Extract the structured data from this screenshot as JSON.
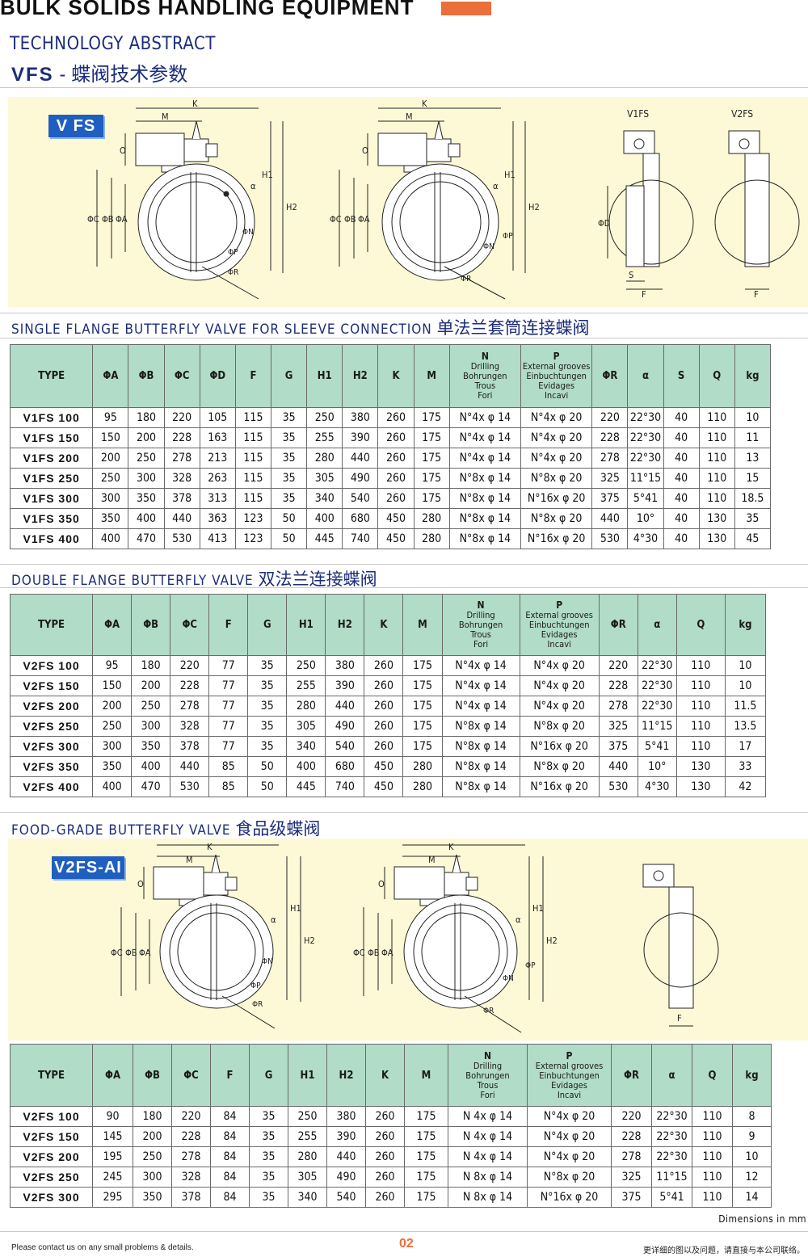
{
  "header": {
    "title": "BULK  SOLIDS  HANDLING EQUIPMENT",
    "accent_color": "#ea6f3a"
  },
  "heading": {
    "line1": "TECHNOLOGY ABSTRACT",
    "code": "VFS",
    "dash": " - ",
    "cn": "蝶阀技术参数"
  },
  "badges": {
    "vfs": "V  FS",
    "food": "V2FS-AI"
  },
  "drawing_labels": {
    "k": "K",
    "m": "M",
    "o": "O",
    "h1": "H1",
    "h2": "H2",
    "c": "ΦC",
    "b": "ΦB",
    "a": "ΦA",
    "alpha": "α",
    "n": "ΦN",
    "p": "ΦP",
    "r": "ΦR",
    "d": "ΦD",
    "s": "S",
    "f": "F",
    "v1fs": "V1FS",
    "v2fs": "V2FS"
  },
  "sections": {
    "s1_en": "SINGLE FLANGE BUTTERFLY VALVE FOR SLEEVE CONNECTION",
    "s1_cn": "单法兰套筒连接蝶阀",
    "s2_en": "DOUBLE FLANGE BUTTERFLY VALVE",
    "s2_cn": "双法兰连接蝶阀",
    "s3_en": "FOOD-GRADE BUTTERFLY VALVE",
    "s3_cn": "食品级蝶阀"
  },
  "n_header": [
    "N",
    "Drilling",
    "Bohrungen",
    "Trous",
    "Fori"
  ],
  "p_header": [
    "P",
    "External grooves",
    "Einbuchtungen",
    "Evidages",
    "Incavi"
  ],
  "table1": {
    "headers": [
      "TYPE",
      "ΦA",
      "ΦB",
      "ΦC",
      "ΦD",
      "F",
      "G",
      "H1",
      "H2",
      "K",
      "M",
      "N",
      "P",
      "ΦR",
      "α",
      "S",
      "Q",
      "kg"
    ],
    "rows": [
      [
        "V1FS 100",
        "95",
        "180",
        "220",
        "105",
        "115",
        "35",
        "250",
        "380",
        "260",
        "175",
        "N°4x φ 14",
        "N°4x φ 20",
        "220",
        "22°30",
        "40",
        "110",
        "10"
      ],
      [
        "V1FS 150",
        "150",
        "200",
        "228",
        "163",
        "115",
        "35",
        "255",
        "390",
        "260",
        "175",
        "N°4x φ 14",
        "N°4x φ 20",
        "228",
        "22°30",
        "40",
        "110",
        "11"
      ],
      [
        "V1FS 200",
        "200",
        "250",
        "278",
        "213",
        "115",
        "35",
        "280",
        "440",
        "260",
        "175",
        "N°4x φ 14",
        "N°4x φ 20",
        "278",
        "22°30",
        "40",
        "110",
        "13"
      ],
      [
        "V1FS 250",
        "250",
        "300",
        "328",
        "263",
        "115",
        "35",
        "305",
        "490",
        "260",
        "175",
        "N°8x φ 14",
        "N°8x φ 20",
        "325",
        "11°15",
        "40",
        "110",
        "15"
      ],
      [
        "V1FS 300",
        "300",
        "350",
        "378",
        "313",
        "115",
        "35",
        "340",
        "540",
        "260",
        "175",
        "N°8x φ 14",
        "N°16x φ 20",
        "375",
        "5°41",
        "40",
        "110",
        "18.5"
      ],
      [
        "V1FS 350",
        "350",
        "400",
        "440",
        "363",
        "123",
        "50",
        "400",
        "680",
        "450",
        "280",
        "N°8x φ 14",
        "N°8x φ 20",
        "440",
        "10°",
        "40",
        "130",
        "35"
      ],
      [
        "V1FS 400",
        "400",
        "470",
        "530",
        "413",
        "123",
        "50",
        "445",
        "740",
        "450",
        "280",
        "N°8x φ 14",
        "N°16x φ 20",
        "530",
        "4°30",
        "40",
        "130",
        "45"
      ]
    ]
  },
  "table2": {
    "headers": [
      "TYPE",
      "ΦA",
      "ΦB",
      "ΦC",
      "F",
      "G",
      "H1",
      "H2",
      "K",
      "M",
      "N",
      "P",
      "ΦR",
      "α",
      "Q",
      "kg"
    ],
    "rows": [
      [
        "V2FS 100",
        "95",
        "180",
        "220",
        "77",
        "35",
        "250",
        "380",
        "260",
        "175",
        "N°4x φ 14",
        "N°4x φ 20",
        "220",
        "22°30",
        "110",
        "10"
      ],
      [
        "V2FS 150",
        "150",
        "200",
        "228",
        "77",
        "35",
        "255",
        "390",
        "260",
        "175",
        "N°4x φ 14",
        "N°4x φ 20",
        "228",
        "22°30",
        "110",
        "10"
      ],
      [
        "V2FS 200",
        "200",
        "250",
        "278",
        "77",
        "35",
        "280",
        "440",
        "260",
        "175",
        "N°4x φ 14",
        "N°4x φ 20",
        "278",
        "22°30",
        "110",
        "11.5"
      ],
      [
        "V2FS 250",
        "250",
        "300",
        "328",
        "77",
        "35",
        "305",
        "490",
        "260",
        "175",
        "N°8x φ 14",
        "N°8x φ 20",
        "325",
        "11°15",
        "110",
        "13.5"
      ],
      [
        "V2FS 300",
        "300",
        "350",
        "378",
        "77",
        "35",
        "340",
        "540",
        "260",
        "175",
        "N°8x φ 14",
        "N°16x φ 20",
        "375",
        "5°41",
        "110",
        "17"
      ],
      [
        "V2FS 350",
        "350",
        "400",
        "440",
        "85",
        "50",
        "400",
        "680",
        "450",
        "280",
        "N°8x φ 14",
        "N°8x φ 20",
        "440",
        "10°",
        "130",
        "33"
      ],
      [
        "V2FS 400",
        "400",
        "470",
        "530",
        "85",
        "50",
        "445",
        "740",
        "450",
        "280",
        "N°8x φ 14",
        "N°16x φ 20",
        "530",
        "4°30",
        "130",
        "42"
      ]
    ]
  },
  "table3": {
    "headers": [
      "TYPE",
      "ΦA",
      "ΦB",
      "ΦC",
      "F",
      "G",
      "H1",
      "H2",
      "K",
      "M",
      "N",
      "P",
      "ΦR",
      "α",
      "Q",
      "kg"
    ],
    "rows": [
      [
        "V2FS 100",
        "90",
        "180",
        "220",
        "84",
        "35",
        "250",
        "380",
        "260",
        "175",
        "N 4x φ 14",
        "N°4x φ 20",
        "220",
        "22°30",
        "110",
        "8"
      ],
      [
        "V2FS 150",
        "145",
        "200",
        "228",
        "84",
        "35",
        "255",
        "390",
        "260",
        "175",
        "N 4x φ 14",
        "N°4x φ 20",
        "228",
        "22°30",
        "110",
        "9"
      ],
      [
        "V2FS 200",
        "195",
        "250",
        "278",
        "84",
        "35",
        "280",
        "440",
        "260",
        "175",
        "N 4x φ 14",
        "N°4x φ 20",
        "278",
        "22°30",
        "110",
        "10"
      ],
      [
        "V2FS 250",
        "245",
        "300",
        "328",
        "84",
        "35",
        "305",
        "490",
        "260",
        "175",
        "N 8x φ 14",
        "N°8x φ 20",
        "325",
        "11°15",
        "110",
        "12"
      ],
      [
        "V2FS 300",
        "295",
        "350",
        "378",
        "84",
        "35",
        "340",
        "540",
        "260",
        "175",
        "N 8x φ 14",
        "N°16x φ 20",
        "375",
        "5°41",
        "110",
        "14"
      ]
    ]
  },
  "footer": {
    "units": "Dimensions in mm",
    "left": "Please contact us on any small problems & details.",
    "page": "02",
    "right": "更详细的图以及问题，请直接与本公司联络。"
  }
}
